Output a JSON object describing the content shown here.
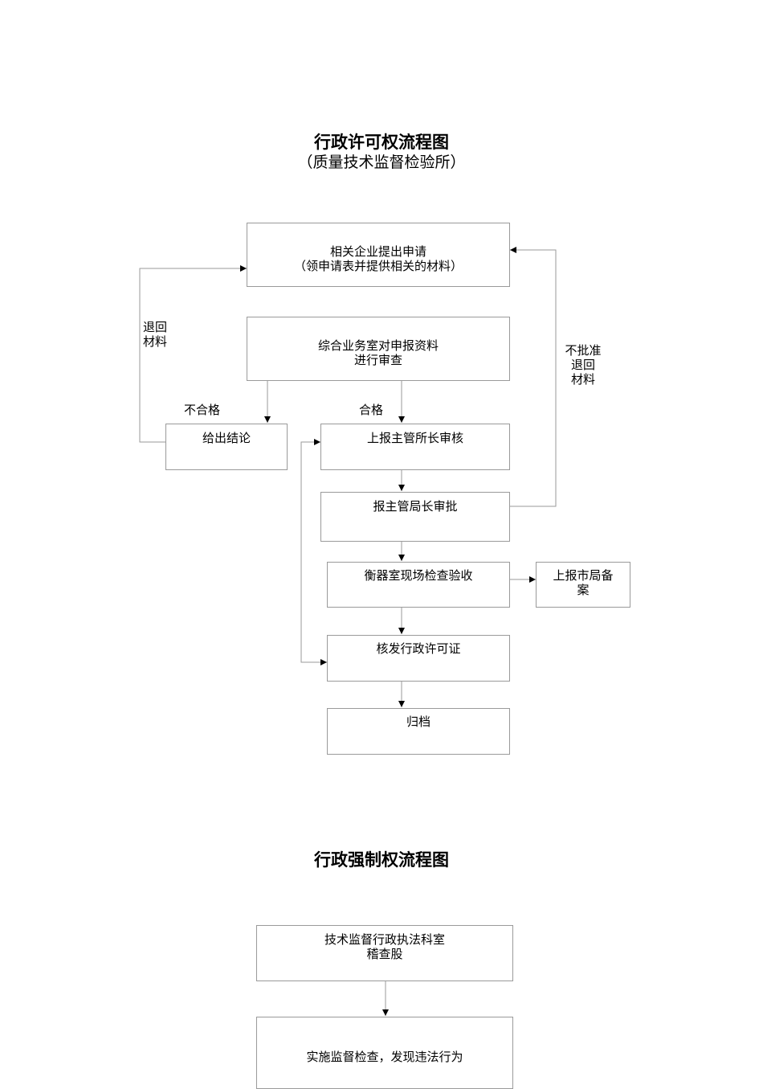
{
  "permit": {
    "title": "行政许可权流程图",
    "subtitle": "（质量技术监督检验所）",
    "nodes": {
      "apply": [
        "相关企业提出申请",
        "（领申请表并提供相关的材料）"
      ],
      "review": [
        "综合业务室对申报资料",
        "进行审查"
      ],
      "conclusion": [
        "给出结论"
      ],
      "director": [
        "上报主管所长审核"
      ],
      "bureau": [
        "报主管局长审批"
      ],
      "inspect": [
        "衡器室现场检查验收"
      ],
      "filing": [
        "上报市局备",
        "案"
      ],
      "issue": [
        "核发行政许可证"
      ],
      "archive": [
        "归档"
      ]
    },
    "labels": {
      "return_left": [
        "退回",
        "材料"
      ],
      "reject_right": [
        "不批准",
        "退回",
        "材料"
      ],
      "unqualified": "不合格",
      "qualified": "合格"
    }
  },
  "enforce": {
    "title": "行政强制权流程图",
    "nodes": {
      "dept": [
        "技术监督行政执法科室",
        "稽查股"
      ],
      "check": [
        "实施监督检查，发现违法行为"
      ]
    }
  }
}
